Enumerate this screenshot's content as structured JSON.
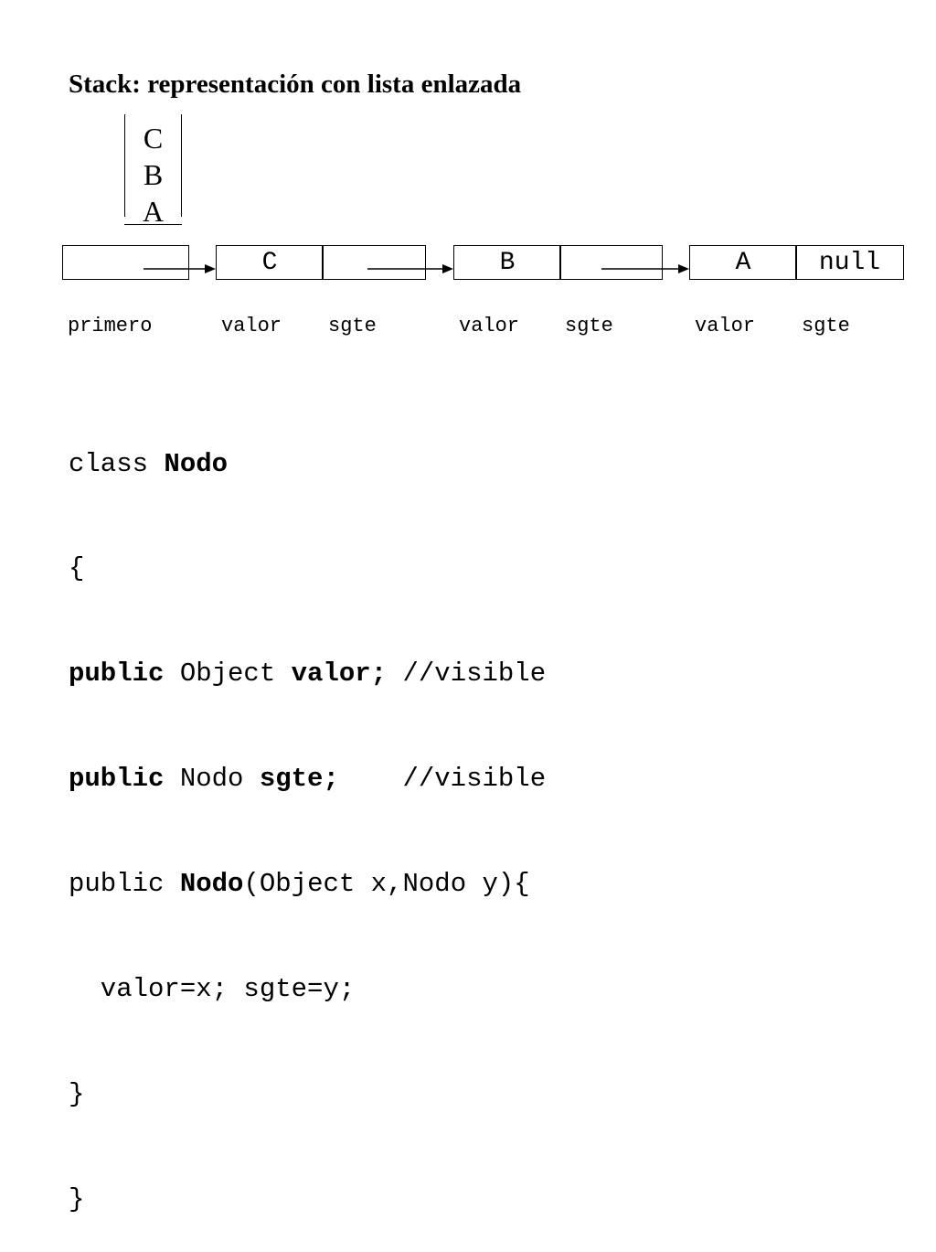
{
  "title": "Stack: representación con lista enlazada",
  "stack": {
    "items": [
      "C",
      "B",
      "A"
    ]
  },
  "list": {
    "head_label": "primero",
    "nodes": [
      {
        "valor": "C",
        "sgte": ""
      },
      {
        "valor": "B",
        "sgte": ""
      },
      {
        "valor": "A",
        "sgte": "null"
      }
    ],
    "field_labels": {
      "valor": "valor",
      "sgte": "sgte"
    }
  },
  "code": {
    "line1": {
      "kw": "class ",
      "name": "Nodo"
    },
    "line2": "{",
    "line3": {
      "mod": "public",
      "type": " Object ",
      "field": "valor;",
      "comment": " //visible"
    },
    "line4": {
      "mod": "public",
      "type": " Nodo ",
      "field": "sgte;",
      "comment": "    //visible"
    },
    "line5": {
      "mod": "public ",
      "name": "Nodo",
      "params": "(Object x,Nodo y){"
    },
    "line6": "  valor=x; sgte=y;",
    "line7": "}",
    "line8": "}"
  }
}
